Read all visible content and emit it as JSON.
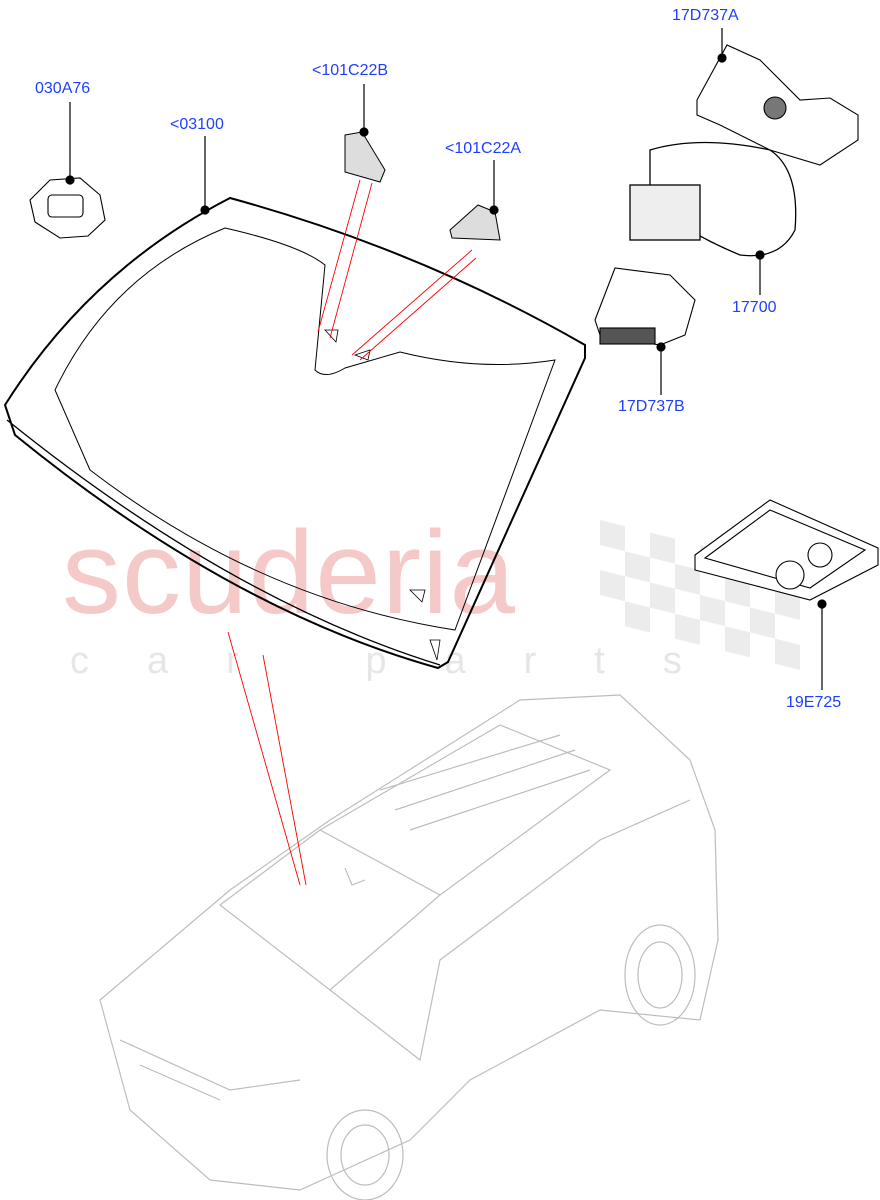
{
  "watermark": {
    "main": "scuderia",
    "sub": "car parts"
  },
  "colors": {
    "label": "#1f3fff",
    "leader": "#000000",
    "pointer": "#ff0000",
    "outline": "#000000",
    "vehicle": "#bdbdbd"
  },
  "callouts": [
    {
      "id": "030A76",
      "label": "030A76"
    },
    {
      "id": "03100",
      "label": "<03100"
    },
    {
      "id": "101C22B",
      "label": "<101C22B"
    },
    {
      "id": "101C22A",
      "label": "<101C22A"
    },
    {
      "id": "17D737A",
      "label": "17D737A"
    },
    {
      "id": "17700",
      "label": "17700"
    },
    {
      "id": "17D737B",
      "label": "17D737B"
    },
    {
      "id": "19E725",
      "label": "19E725"
    }
  ]
}
